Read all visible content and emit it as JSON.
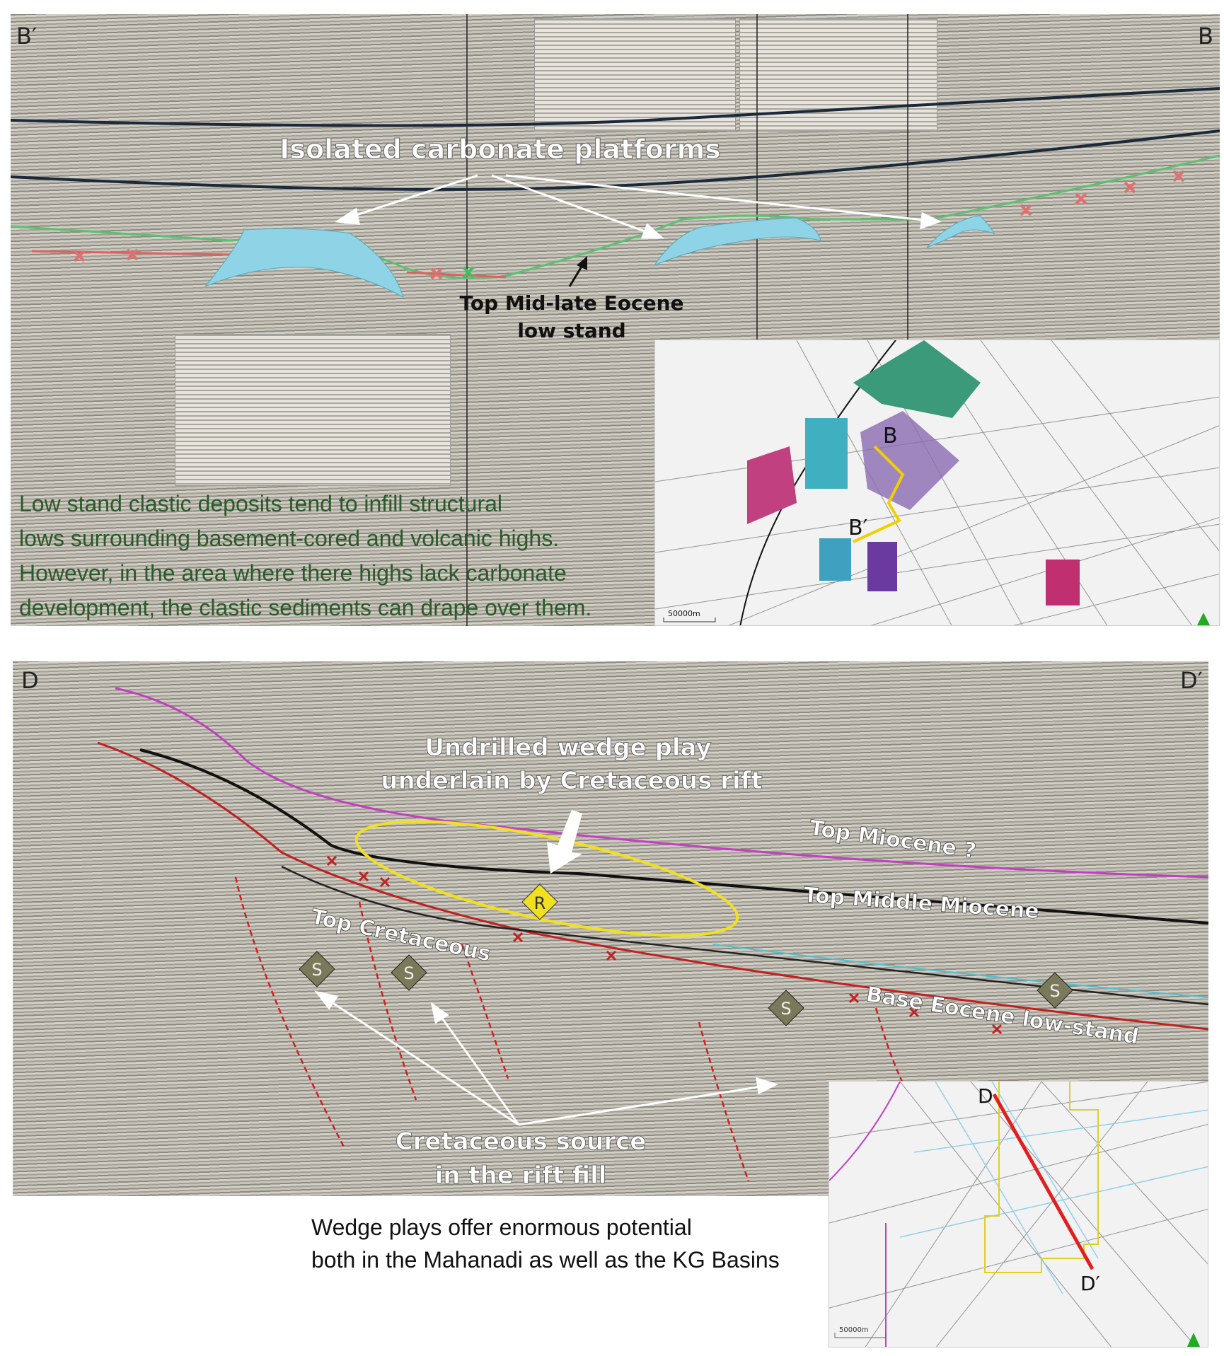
{
  "top_section": {
    "left_label": "B′",
    "right_label": "B",
    "annotation_platforms": "Isolated carbonate platforms",
    "annotation_eocene_line1": "Top Mid-late Eocene",
    "annotation_eocene_line2": "low stand",
    "description": [
      "Low stand clastic deposits tend to infill structural",
      "lows surrounding basement-cored and volcanic highs.",
      "However, in the area where there highs lack carbonate",
      "development, the clastic sediments can drape over them."
    ],
    "map": {
      "label_b": "B",
      "label_b_prime": "B′",
      "scale_bar": "50000m"
    }
  },
  "bottom_section": {
    "left_label": "D",
    "right_label": "D′",
    "annotation_wedge_line1": "Undrilled wedge play",
    "annotation_wedge_line2": "underlain by Cretaceous rift",
    "horizon_top_miocene": "Top Miocene ?",
    "horizon_top_middle_miocene": "Top Middle Miocene",
    "horizon_top_cretaceous": "Top Cretaceous",
    "horizon_base_eocene": "Base Eocene low-stand",
    "reservoir_marker": "R",
    "source_marker": "S",
    "annotation_source_line1": "Cretaceous source",
    "annotation_source_line2": "in the rift fill",
    "map": {
      "label_d": "D",
      "label_d_prime": "D′",
      "scale_bar": "50000m"
    },
    "caption": [
      "Wedge plays offer enormous potential",
      "both in the Mahanadi as well as the KG Basins"
    ]
  },
  "colors": {
    "platform_fill": "#8fd3e6",
    "annotation_text": "#ffffff",
    "description_text": "#2a5a2a",
    "wedge_ellipse": "#f0e020",
    "fault": "#d02020"
  }
}
